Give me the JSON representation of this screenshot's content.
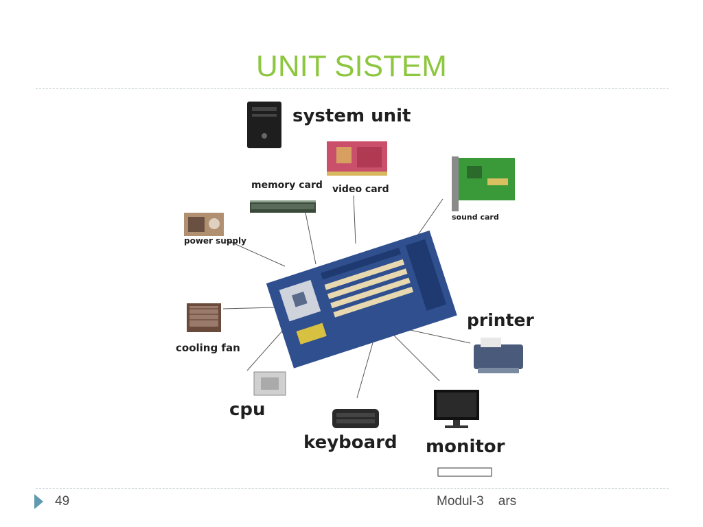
{
  "slide": {
    "title": "UNIT SISTEM",
    "page_number": "49",
    "footer": "Modul-3    ars"
  },
  "diagram": {
    "labels": {
      "system_unit": "system unit",
      "memory_card": "memory card",
      "video_card": "video card",
      "sound_card": "sound card",
      "power_supply": "power supply",
      "cooling_fan": "cooling fan",
      "cpu": "cpu",
      "keyboard": "keyboard",
      "monitor": "monitor",
      "printer": "printer"
    }
  },
  "colors": {
    "title": "#8dc63f",
    "rule": "#b9c7cc",
    "bullet": "#5f9ab0",
    "motherboard": "#2f4f8f"
  }
}
